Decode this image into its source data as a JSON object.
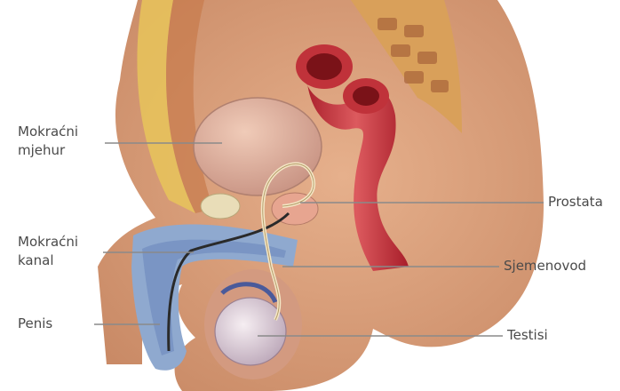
{
  "labels": {
    "bladder": [
      "Mokraćni",
      "mjehur"
    ],
    "urethra": [
      "Mokraćni",
      "kanal"
    ],
    "penis": "Penis",
    "prostate": "Prostata",
    "vas_deferens": "Sjemenovod",
    "testes": "Testisi"
  }
}
